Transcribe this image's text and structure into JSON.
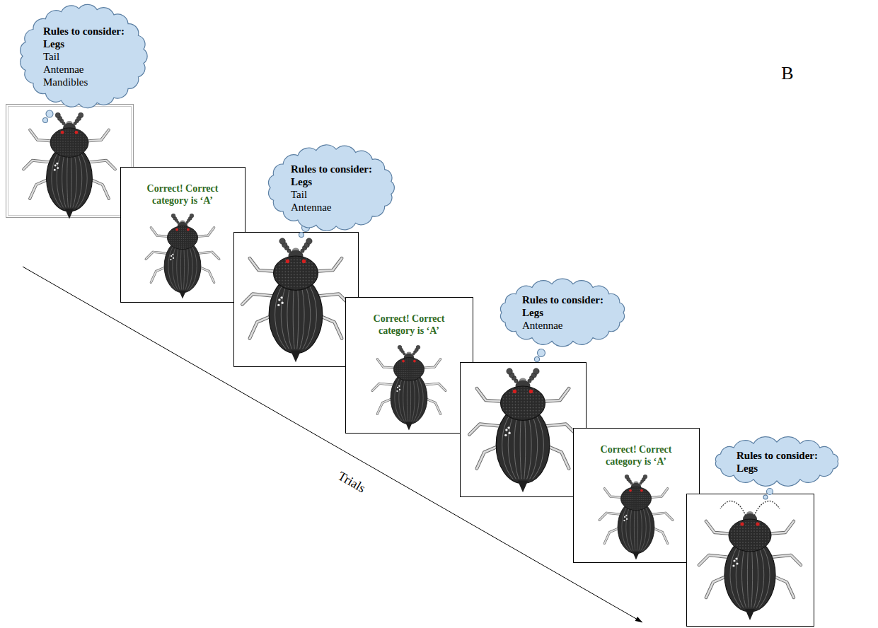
{
  "diagram": {
    "nodes": [
      {
        "text": [
          "Rules to consider:",
          "Legs",
          "Tail",
          "Antennae",
          "Mandibles"
        ]
      },
      {
        "text": [
          "Correct! Correct category is ‘A’"
        ]
      },
      {
        "text": [
          "Rules to consider:",
          "Legs",
          "Tail",
          "Antennae"
        ]
      },
      {
        "text": [
          "Correct! Correct category is ‘A’"
        ]
      },
      {
        "text": [
          "Rules to consider:",
          "Legs",
          "Antennae"
        ]
      },
      {
        "text": [
          "Correct! Correct category is ‘A’"
        ]
      },
      {
        "text": [
          "Rules to consider:",
          "Legs"
        ]
      }
    ],
    "labels": [
      "Trials",
      "B"
    ]
  }
}
